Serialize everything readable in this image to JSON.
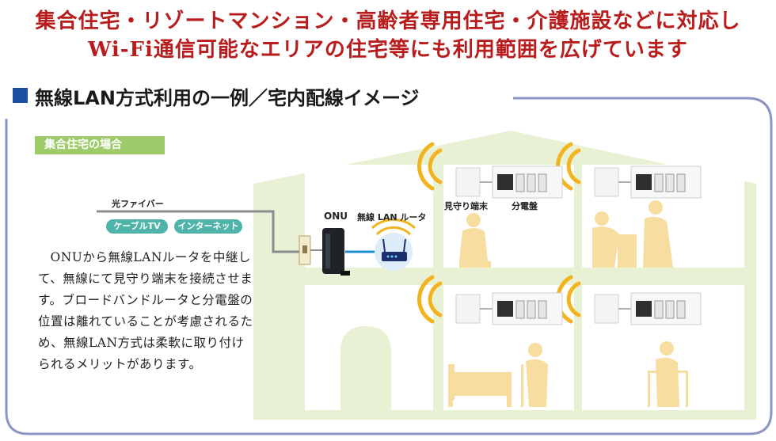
{
  "headline": {
    "line1": "集合住宅・リゾートマンション・高齢者専用住宅・介護施設などに対応し",
    "line2": "Wi-Fi通信可能なエリアの住宅等にも利用範囲を広げています"
  },
  "section": {
    "title": "無線LAN方式利用の一例／宅内配線イメージ"
  },
  "case_tag": "集合住宅の場合",
  "diagram": {
    "fiber_label": "光ファイバー",
    "service_pills": [
      "ケーブルTV",
      "インターネット"
    ],
    "onu_label": "ONU",
    "router_label": "無線 LAN ルータ",
    "terminal_label": "見守り端末",
    "panel_label": "分電盤"
  },
  "body_text": "ONUから無線LANルータを中継して、無線にて見守り端末を接続させます。ブロードバンドルータと分電盤の位置は離れていることが考慮されるため、無線LAN方式は柔軟に取り付けられるメリットがあります。",
  "colors": {
    "headline": "#b81c1c",
    "section_square": "#1d4fa3",
    "frame": "#8b96c4",
    "house": "#e9f1d4",
    "tag": "#9fca6a",
    "pill": "#4fb3a8",
    "wifi": "#f2b41e",
    "silhouette": "#f7dea0"
  }
}
